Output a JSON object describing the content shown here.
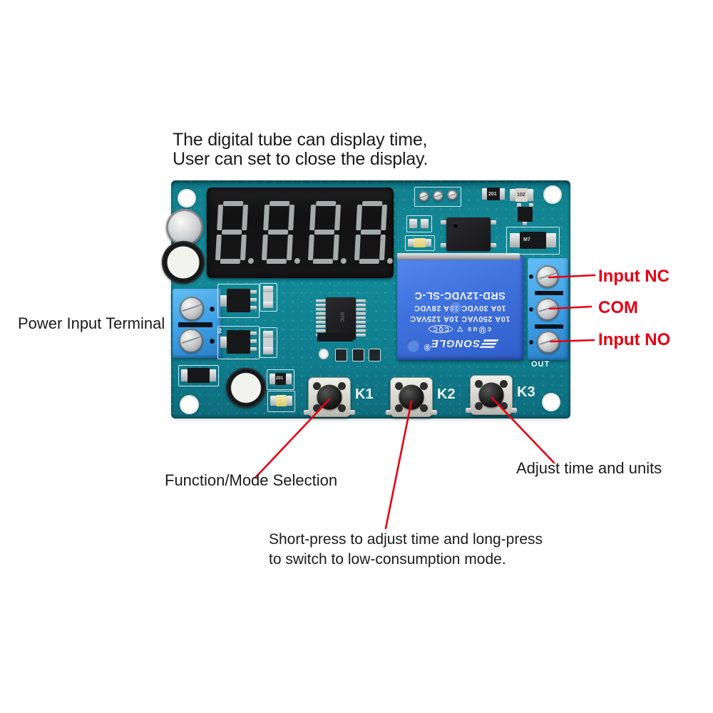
{
  "title": {
    "line1": "The digital tube can display time,",
    "line2": "User can set to close the display."
  },
  "annotations": {
    "power_input": "Power Input Terminal",
    "input_nc": "Input NC",
    "com": "COM",
    "input_no": "Input NO",
    "function_mode": "Function/Mode Selection",
    "adjust_time": "Adjust time and units",
    "short_press_line1": "Short-press to adjust time and long-press",
    "short_press_line2": "to switch to low-consumption mode."
  },
  "board": {
    "buttons": [
      {
        "label": "K1"
      },
      {
        "label": "K2"
      },
      {
        "label": "K3"
      }
    ],
    "relay": {
      "brand": "SONGLE",
      "reg_mark": "®",
      "cert_ul": "cⓊus",
      "cert_tri": "▽",
      "cert_cqc": "CQC",
      "rating_ac": "10A 250VAC 10A 125VAC",
      "rating_dc": "10A 30VDC  10A 28VDC",
      "model": "SRD-12VDC-SL-C"
    },
    "silkscreen": {
      "out": "OUT",
      "pos2": "2"
    },
    "marks": {
      "ic": "STC",
      "r201": "201",
      "r102": "102",
      "r201b": "201",
      "diode": "M7"
    },
    "colors": {
      "pcb": "#12818f",
      "relay_blue": "#3f71dd",
      "terminal_blue": "#3d9ee4",
      "annotation_red": "#e60012",
      "segment_gray": "#b2b7b9",
      "display_black": "#161616"
    }
  }
}
